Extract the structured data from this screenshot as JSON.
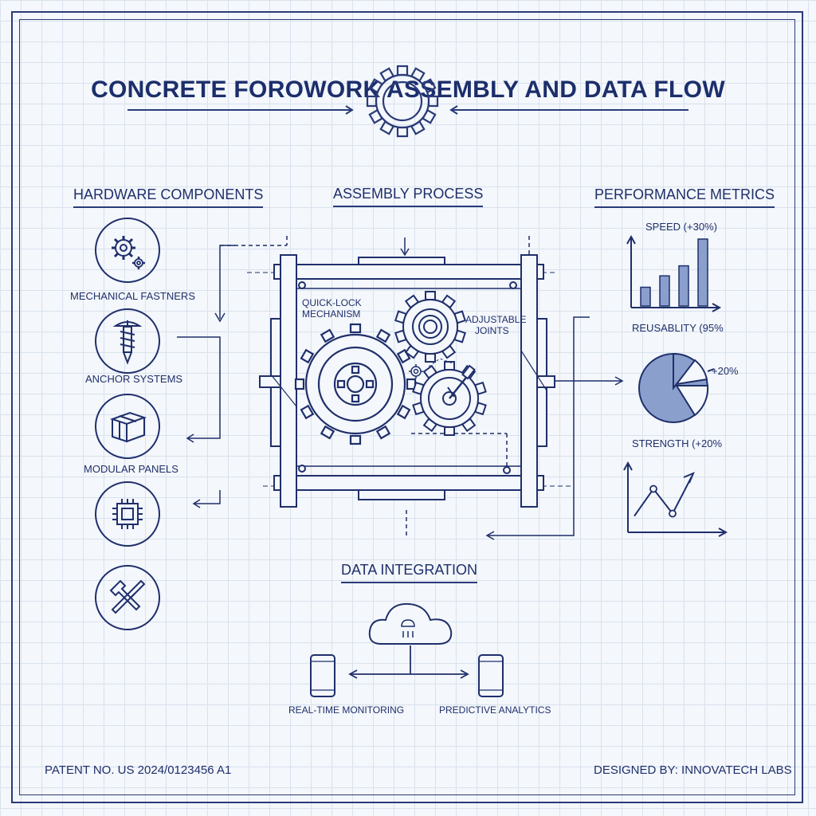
{
  "title": "CONCRETE FOROWORK ASSEMBLY AND DATA FLOW",
  "sections": {
    "hardware": "HARDWARE COMPONENTS",
    "assembly": "ASSEMBLY PROCESS",
    "performance": "PERFORMANCE METRICS",
    "data": "DATA INTEGRATION"
  },
  "hardware_items": [
    {
      "label": "MECHANICAL FASTNERS",
      "icon": "gears-icon"
    },
    {
      "label": "ANCHOR SYSTEMS",
      "icon": "screw-icon"
    },
    {
      "label": "MODULAR PANELS",
      "icon": "box-icon"
    },
    {
      "label": "",
      "icon": "chip-icon"
    },
    {
      "label": "",
      "icon": "tools-icon"
    }
  ],
  "assembly_labels": {
    "quick_lock_line1": "QUICK-LOCK",
    "quick_lock_line2": "MECHANISM",
    "joints_line1": "ADJUSTABLE",
    "joints_line2": "JOINTS"
  },
  "metrics": {
    "speed_label": "SPEED (+30%)",
    "speed_bars": [
      0.28,
      0.45,
      0.6,
      1.0
    ],
    "reusability_label": "REUSABLITY (95%",
    "pie_side_label": "+20%",
    "strength_label": "STRENGTH (+20%",
    "strength_points": [
      0.2,
      0.75,
      0.25,
      1.0
    ]
  },
  "data_integration": {
    "left_device": "REAL-TIME MONITORING",
    "right_device": "PREDICTIVE ANALYTICS"
  },
  "footer": {
    "patent": "PATENT NO. US 2024/0123456 A1",
    "designer": "DESIGNED BY: INNOVATECH LABS"
  },
  "colors": {
    "ink": "#1f2f6b",
    "fill": "#8a9fcc"
  }
}
